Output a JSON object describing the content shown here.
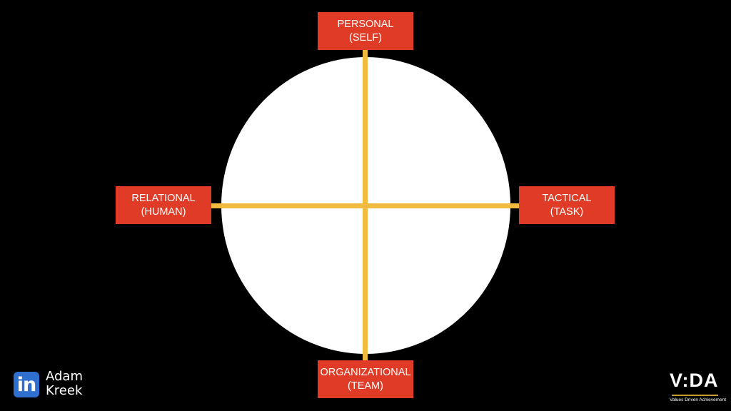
{
  "diagram": {
    "top": {
      "line1": "PERSONAL",
      "line2": "(SELF)"
    },
    "left": {
      "line1": "RELATIONAL",
      "line2": "(HUMAN)"
    },
    "right": {
      "line1": "TACTICAL",
      "line2": "(TASK)"
    },
    "bottom": {
      "line1": "ORGANIZATIONAL",
      "line2": "(TEAM)"
    }
  },
  "branding": {
    "linkedin_icon": "in",
    "name_line1": "Adam",
    "name_line2": "Kreek",
    "logo": "V:DA",
    "tagline": "Values Driven Achievement"
  },
  "colors": {
    "box": "#df3b26",
    "axis": "#f0bb3e",
    "circle": "#ffffff",
    "background": "#000000"
  }
}
